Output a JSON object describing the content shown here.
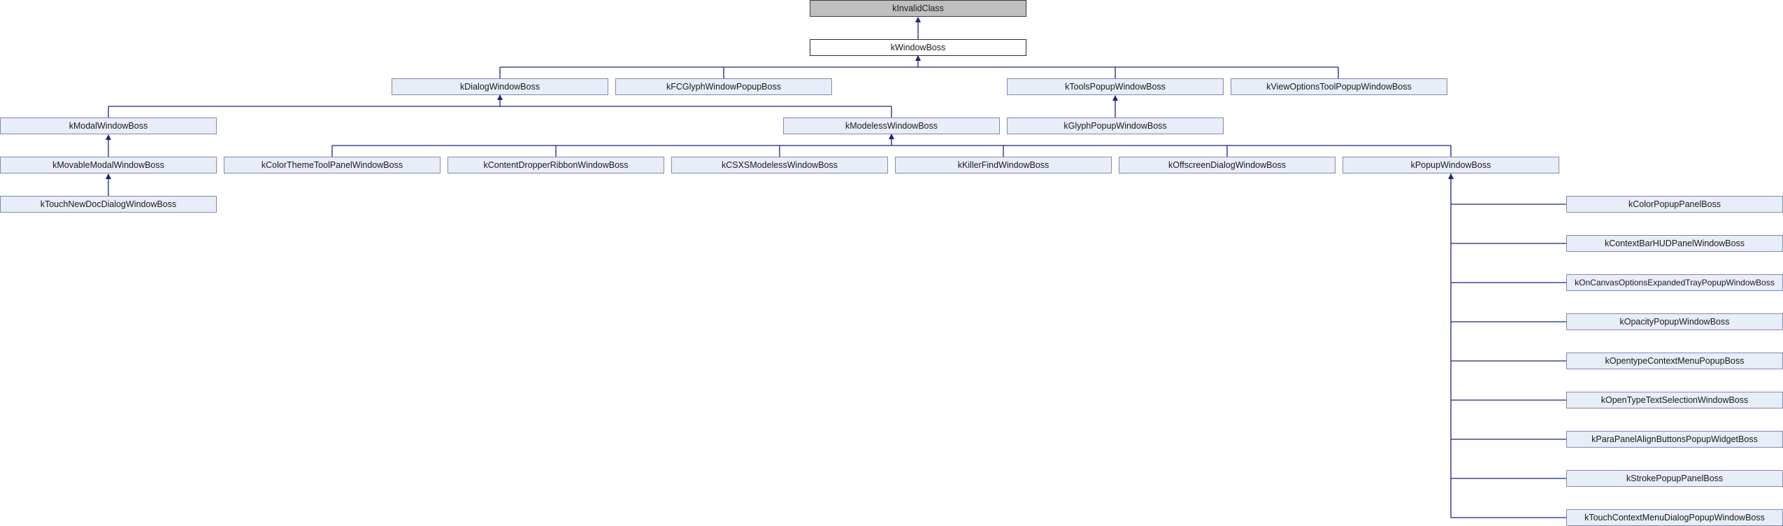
{
  "diagram": {
    "colors": {
      "edge": "#1a237e",
      "node_fill": "#e8edf7",
      "node_border": "#7d8bb3",
      "root_fill": "#bfbfbf"
    },
    "nodes": {
      "invalid": "kInvalidClass",
      "window": "kWindowBoss",
      "dialog": "kDialogWindowBoss",
      "fcglyph": "kFCGlyphWindowPopupBoss",
      "toolspopup": "kToolsPopupWindowBoss",
      "viewoptions": "kViewOptionsToolPopupWindowBoss",
      "modal": "kModalWindowBoss",
      "modeless": "kModelessWindowBoss",
      "glyphpopup": "kGlyphPopupWindowBoss",
      "movablemodal": "kMovableModalWindowBoss",
      "colortheme": "kColorThemeToolPanelWindowBoss",
      "contentdropper": "kContentDropperRibbonWindowBoss",
      "csxs": "kCSXSModelessWindowBoss",
      "killerfind": "kKillerFindWindowBoss",
      "offscreen": "kOffscreenDialogWindowBoss",
      "popup": "kPopupWindowBoss",
      "touchnewdoc": "kTouchNewDocDialogWindowBoss",
      "colorpopup": "kColorPopupPanelBoss",
      "contextbar": "kContextBarHUDPanelWindowBoss",
      "oncanvas": "kOnCanvasOptionsExpandedTrayPopupWindowBoss",
      "opacity": "kOpacityPopupWindowBoss",
      "opentypecontext": "kOpentypeContextMenuPopupBoss",
      "opentypetext": "kOpenTypeTextSelectionWindowBoss",
      "parapanel": "kParaPanelAlignButtonsPopupWidgetBoss",
      "strokepopup": "kStrokePopupPanelBoss",
      "touchcontext": "kTouchContextMenuDialogPopupWindowBoss"
    }
  }
}
